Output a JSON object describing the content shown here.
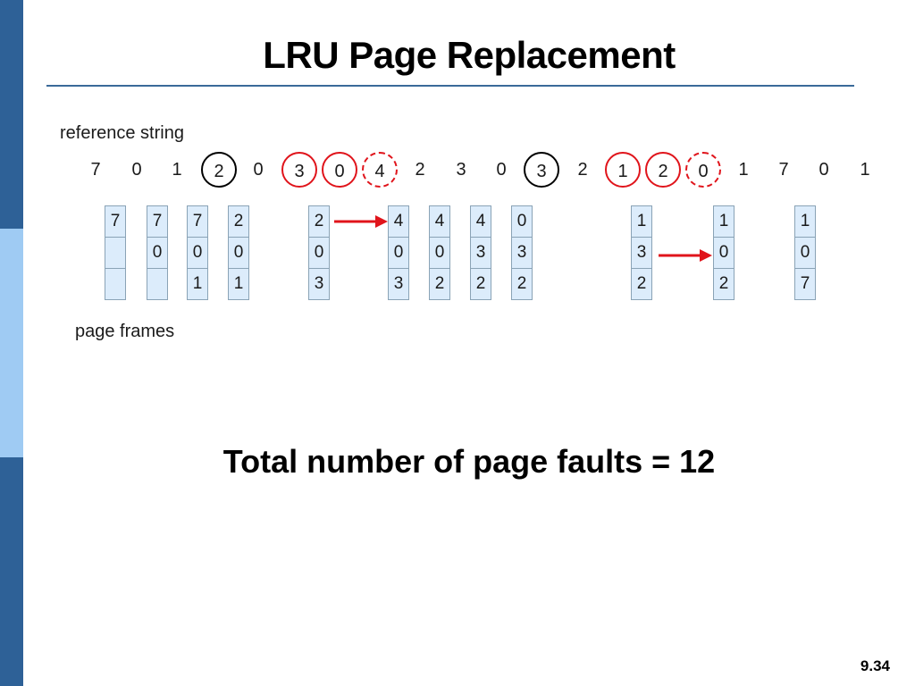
{
  "colors": {
    "sidebar_dark": "#2e6197",
    "sidebar_light": "#9fcbf3",
    "title_rule": "#3a6a99",
    "cell_fill": "#dcecfb",
    "cell_border": "#8aa3b6",
    "circle_black": "#000000",
    "circle_red": "#e0141b",
    "arrow": "#e0141b"
  },
  "slide": {
    "title": "LRU Page Replacement",
    "reference_label": "reference string",
    "frames_label": "page frames",
    "summary": "Total number of page faults = 12",
    "page_number": "9.34"
  },
  "reference_string": [
    {
      "value": "7",
      "mark": "none"
    },
    {
      "value": "0",
      "mark": "none"
    },
    {
      "value": "1",
      "mark": "none"
    },
    {
      "value": "2",
      "mark": "black-circle"
    },
    {
      "value": "0",
      "mark": "none"
    },
    {
      "value": "3",
      "mark": "red-circle"
    },
    {
      "value": "0",
      "mark": "red-circle"
    },
    {
      "value": "4",
      "mark": "red-dashed-circle"
    },
    {
      "value": "2",
      "mark": "none"
    },
    {
      "value": "3",
      "mark": "none"
    },
    {
      "value": "0",
      "mark": "none"
    },
    {
      "value": "3",
      "mark": "black-circle"
    },
    {
      "value": "2",
      "mark": "none"
    },
    {
      "value": "1",
      "mark": "red-circle"
    },
    {
      "value": "2",
      "mark": "red-circle"
    },
    {
      "value": "0",
      "mark": "red-dashed-circle"
    },
    {
      "value": "1",
      "mark": "none"
    },
    {
      "value": "7",
      "mark": "none"
    },
    {
      "value": "0",
      "mark": "none"
    },
    {
      "value": "1",
      "mark": "none"
    }
  ],
  "frames": [
    [
      "7",
      "",
      ""
    ],
    [
      "7",
      "0",
      ""
    ],
    [
      "7",
      "0",
      "1"
    ],
    [
      "2",
      "0",
      "1"
    ],
    [
      "2",
      "0",
      "3"
    ],
    [
      "4",
      "0",
      "3"
    ],
    [
      "4",
      "0",
      "2"
    ],
    [
      "4",
      "3",
      "2"
    ],
    [
      "0",
      "3",
      "2"
    ],
    [
      "1",
      "3",
      "2"
    ],
    [
      "1",
      "0",
      "2"
    ],
    [
      "1",
      "0",
      "7"
    ]
  ]
}
